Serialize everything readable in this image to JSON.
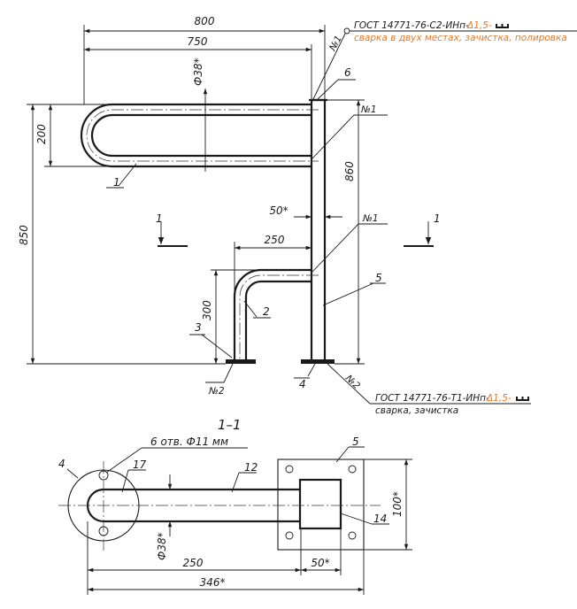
{
  "dimensions": {
    "width_800": "800",
    "width_750": "750",
    "dia_38_top": "Ф38*",
    "height_200": "200",
    "height_850": "850",
    "height_860": "860",
    "gap_50": "50*",
    "width_250": "250",
    "height_300": "300",
    "dia_38_bottom": "Ф38*",
    "plan_250": "250",
    "plan_50": "50*",
    "plan_346": "346*",
    "plan_100": "100*"
  },
  "weld_marks": {
    "n1_top": "№1",
    "n1_mid": "№1",
    "n1_low": "№1",
    "n2_left": "№2",
    "n2_right": "№2"
  },
  "callouts": {
    "p1": "1",
    "p2": "2",
    "p3": "3",
    "p4": "4",
    "p5": "5",
    "p6": "6",
    "plan_p4": "4",
    "plan_p5": "5",
    "plan_p12": "12",
    "plan_p14": "14",
    "plan_p17": "17"
  },
  "section": {
    "arrow_left": "1",
    "arrow_right": "1",
    "title": "1–1",
    "holes_note": "6 отв. Ф11 мм"
  },
  "weld_notes": {
    "top_gost": "ГОСТ 14771-76-С2-ИНп-",
    "top_leg": "Δ1,5-",
    "top_process": "сварка в двух местах, зачистка, полировка",
    "bottom_gost": "ГОСТ 14771-76-Т1-ИНп-",
    "bottom_leg": "Δ1,5-",
    "bottom_process": "сварка, зачистка"
  },
  "colors": {
    "line": "#1a1a1a",
    "note_accent": "#e07a2a"
  }
}
